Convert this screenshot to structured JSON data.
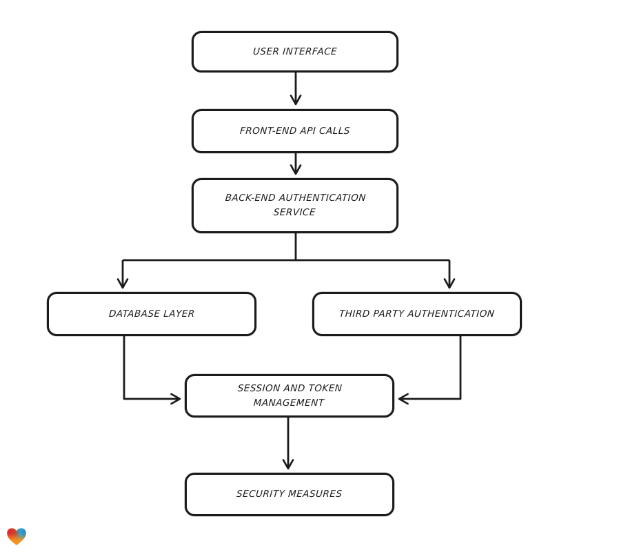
{
  "canvas": {
    "background": "#ffffff",
    "stroke_color": "#1b1b1b"
  },
  "diagram": {
    "type": "flowchart",
    "nodes": [
      {
        "id": "user-interface",
        "label": "USER INTERFACE"
      },
      {
        "id": "front-end-api-calls",
        "label": "FRONT-END API CALLS"
      },
      {
        "id": "back-end-authentication-service",
        "label": "BACK-END AUTHENTICATION\nSERVICE"
      },
      {
        "id": "database-layer",
        "label": "DATABASE LAYER"
      },
      {
        "id": "third-party-authentication",
        "label": "THIRD PARTY AUTHENTICATION"
      },
      {
        "id": "session-and-token-management",
        "label": "SESSION AND TOKEN\nMANAGEMENT"
      },
      {
        "id": "security-measures",
        "label": "SECURITY MEASURES"
      }
    ],
    "edges": [
      {
        "from": "user-interface",
        "to": "front-end-api-calls"
      },
      {
        "from": "front-end-api-calls",
        "to": "back-end-authentication-service"
      },
      {
        "from": "back-end-authentication-service",
        "to": "database-layer"
      },
      {
        "from": "back-end-authentication-service",
        "to": "third-party-authentication"
      },
      {
        "from": "database-layer",
        "to": "session-and-token-management"
      },
      {
        "from": "third-party-authentication",
        "to": "session-and-token-management"
      },
      {
        "from": "session-and-token-management",
        "to": "security-measures"
      }
    ]
  },
  "branding": {
    "logo": "gradient-heart-icon",
    "colors": {
      "red": "#e8232e",
      "teal": "#28a9c9",
      "blue": "#2d7fd4",
      "orange": "#f7941d"
    }
  }
}
